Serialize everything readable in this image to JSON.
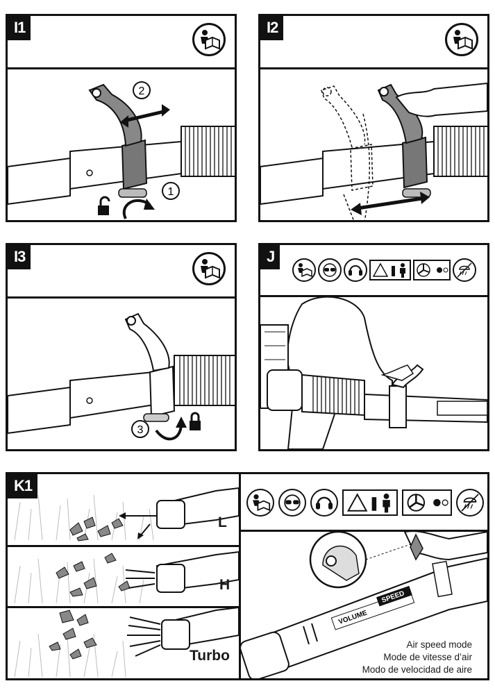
{
  "panels": {
    "i1": {
      "tag": "I1",
      "step_a": "2",
      "step_b": "1"
    },
    "i2": {
      "tag": "I2"
    },
    "i3": {
      "tag": "I3",
      "step": "3"
    },
    "j": {
      "tag": "J"
    },
    "k1": {
      "tag": "K1",
      "modes": [
        "L",
        "H",
        "Turbo"
      ],
      "air_speed": [
        "Air speed mode",
        "Mode de vitesse d’air",
        "Modo de velocidad de aire"
      ],
      "tube_labels": [
        "VOLUME",
        "SPEED"
      ]
    }
  },
  "icons": [
    "read-manual-icon",
    "eye-protection-icon",
    "ear-protection-icon",
    "flying-debris-icon",
    "keep-distance-icon",
    "rotating-fan-icon",
    "no-rain-icon",
    "unlock-icon",
    "lock-icon"
  ],
  "colors": {
    "ink": "#111111",
    "handle": "#7a7a7a",
    "leaf": "#8c8c8c",
    "grass": "#bdbdbd"
  }
}
